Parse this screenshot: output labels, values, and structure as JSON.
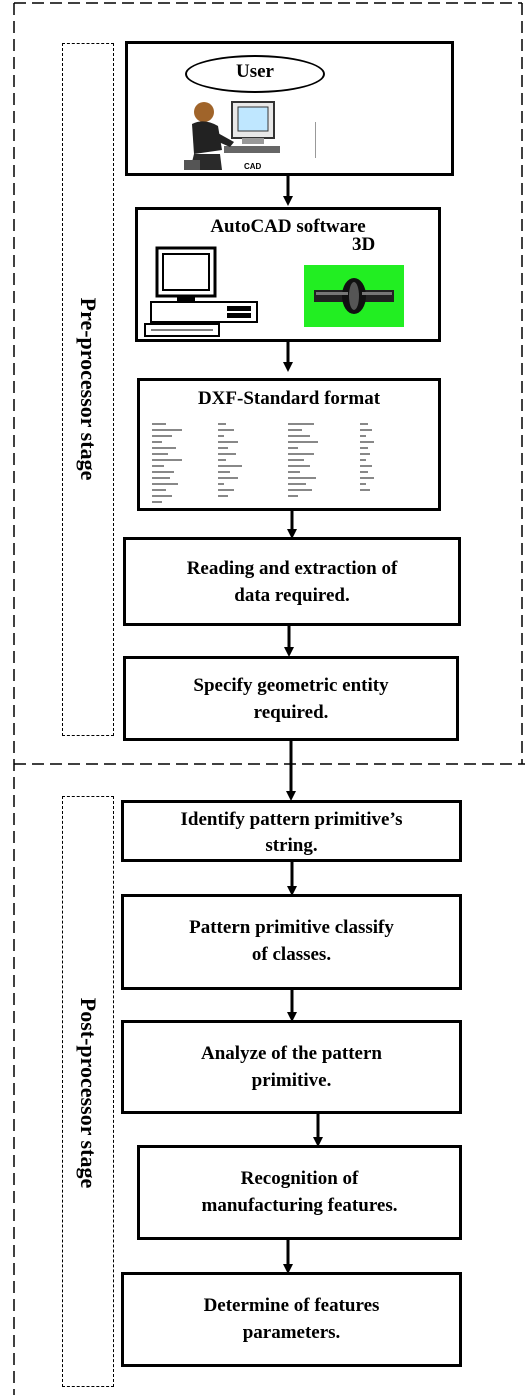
{
  "stages": {
    "pre": {
      "label": "Pre-processor stage"
    },
    "post": {
      "label": "Post-processor stage"
    }
  },
  "boxes": {
    "user": {
      "title": "User",
      "caption": "CAD"
    },
    "autocad": {
      "title": "AutoCAD software",
      "tag": "3D"
    },
    "dxf": {
      "title": "DXF-Standard format"
    },
    "reading": {
      "line1": "Reading and extraction of",
      "line2": "data required."
    },
    "specify": {
      "line1": "Specify geometric entity",
      "line2": "required."
    },
    "identify": {
      "line1": "Identify pattern primitive’s",
      "line2": "string."
    },
    "classify": {
      "line1": "Pattern primitive classify",
      "line2": "of classes."
    },
    "analyze": {
      "line1": "Analyze of the pattern",
      "line2": "primitive."
    },
    "recognition": {
      "line1": "Recognition of",
      "line2": "manufacturing features."
    },
    "determine": {
      "line1": "Determine of features",
      "line2": "parameters."
    }
  },
  "colors": {
    "line": "#000000",
    "screen_green": "#22ee22"
  }
}
